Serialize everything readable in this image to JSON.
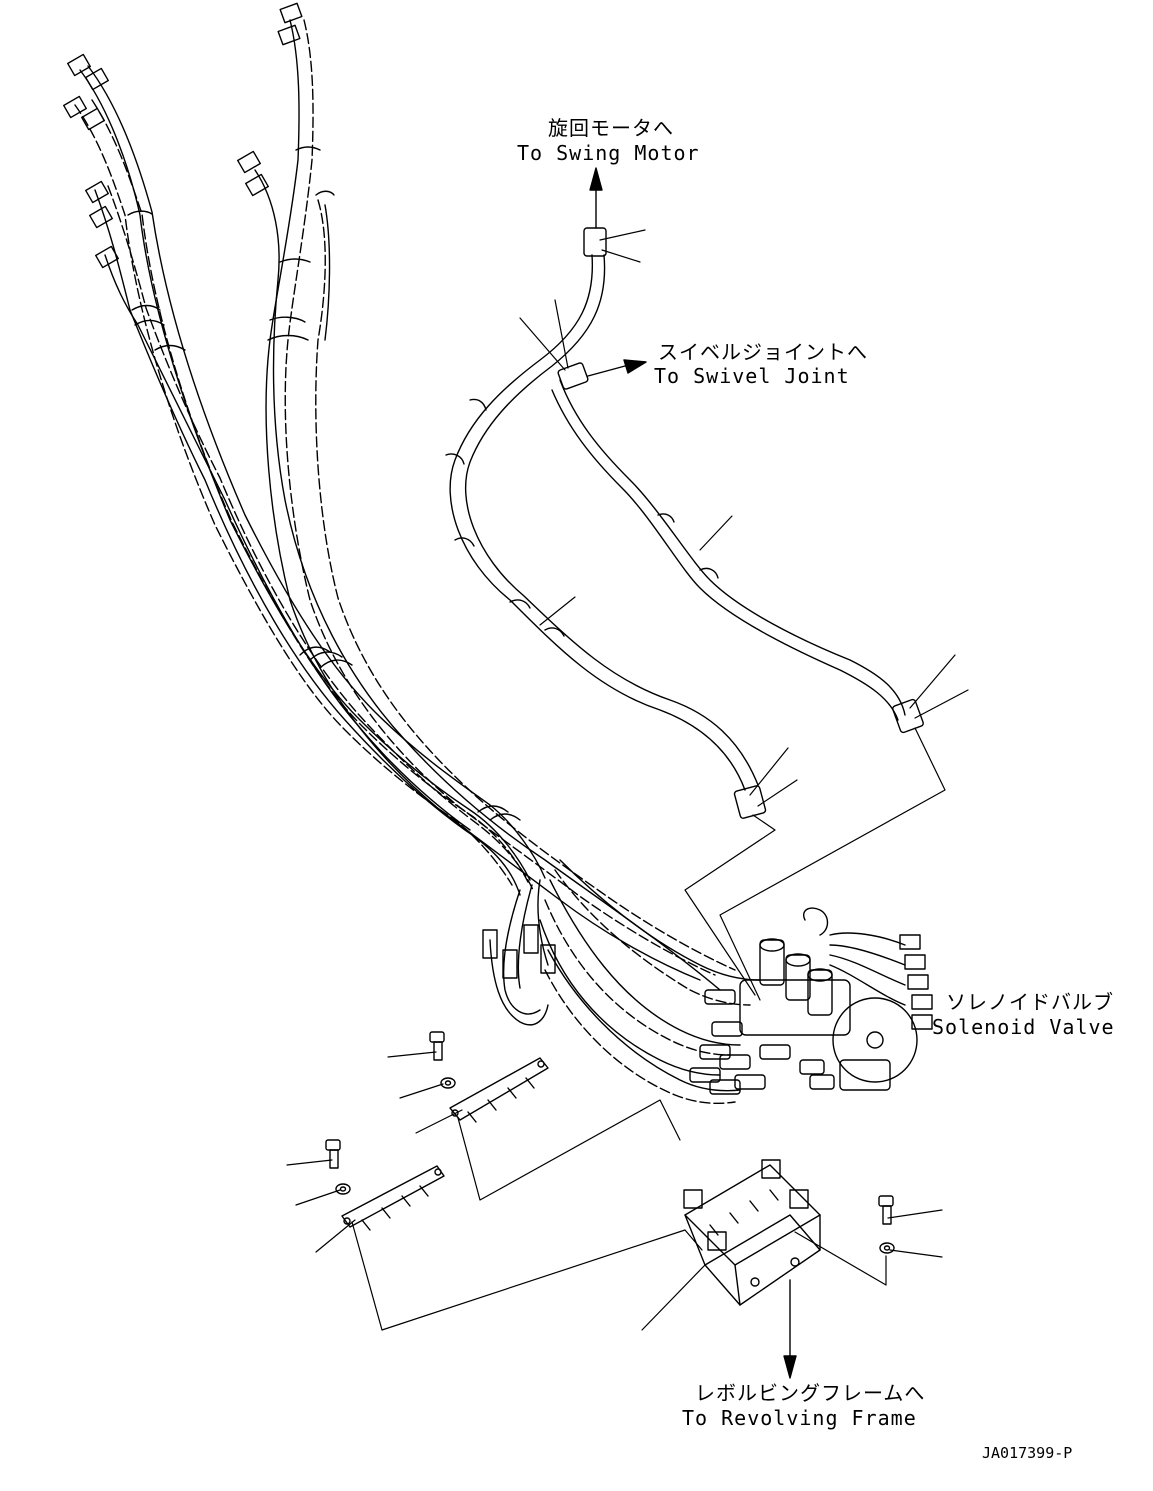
{
  "labels": {
    "swing_motor_jp": "旋回モータへ",
    "swing_motor_en": "To Swing Motor",
    "swivel_joint_jp": "スイベルジョイントへ",
    "swivel_joint_en": "To Swivel Joint",
    "solenoid_valve_jp": "ソレノイドバルブ",
    "solenoid_valve_en": "Solenoid Valve",
    "revolving_frame_jp": "レボルビングフレームへ",
    "revolving_frame_en": "To Revolving Frame"
  },
  "drawing_code": "JA017399-P"
}
